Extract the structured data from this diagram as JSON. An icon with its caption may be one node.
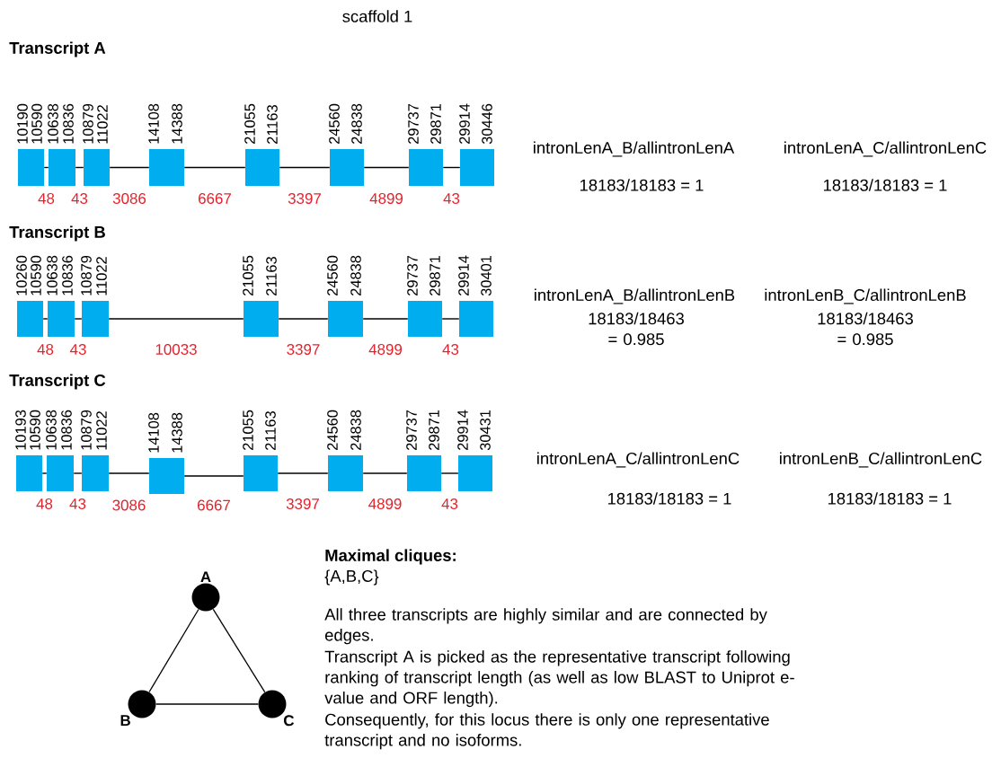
{
  "diagram": {
    "nodes": [
      {
        "text": [],
        "shape": "box",
        "beside": [
          "10190",
          "10590"
        ]
      },
      {
        "text": [],
        "shape": "box",
        "beside": [
          "10638",
          "10836"
        ]
      },
      {
        "text": [],
        "shape": "box",
        "beside": [
          "10879",
          "11022"
        ]
      },
      {
        "text": [],
        "shape": "box",
        "beside": [
          "14108",
          "14388"
        ]
      },
      {
        "text": [],
        "shape": "box",
        "beside": [
          "21055",
          "21163"
        ]
      },
      {
        "text": [],
        "shape": "box",
        "beside": [
          "24560",
          "24838"
        ]
      },
      {
        "text": [],
        "shape": "box",
        "beside": [
          "29737",
          "29871"
        ]
      },
      {
        "text": [],
        "shape": "box",
        "beside": [
          "29914",
          "30446"
        ]
      },
      {
        "text": [],
        "shape": "box",
        "beside": [
          "10260",
          "10590"
        ]
      },
      {
        "text": [],
        "shape": "box",
        "beside": [
          "10638",
          "10836"
        ]
      },
      {
        "text": [],
        "shape": "box",
        "beside": [
          "10879",
          "11022"
        ]
      },
      {
        "text": [],
        "shape": "box",
        "beside": [
          "21055",
          "21163"
        ]
      },
      {
        "text": [],
        "shape": "box",
        "beside": [
          "24560",
          "24838"
        ]
      },
      {
        "text": [],
        "shape": "box",
        "beside": [
          "29737",
          "29871"
        ]
      },
      {
        "text": [],
        "shape": "box",
        "beside": [
          "29914",
          "30401"
        ]
      },
      {
        "text": [],
        "shape": "box",
        "beside": [
          "10193",
          "10590"
        ]
      },
      {
        "text": [],
        "shape": "box",
        "beside": [
          "10638",
          "10836"
        ]
      },
      {
        "text": [],
        "shape": "box",
        "beside": [
          "10879",
          "11022"
        ]
      },
      {
        "text": [],
        "shape": "box",
        "beside": [
          "14108",
          "14388"
        ]
      },
      {
        "text": [],
        "shape": "box",
        "beside": [
          "21055",
          "21163"
        ]
      },
      {
        "text": [],
        "shape": "box",
        "beside": [
          "24560",
          "24838"
        ]
      },
      {
        "text": [],
        "shape": "box",
        "beside": [
          "29737",
          "29871"
        ]
      },
      {
        "text": [],
        "shape": "box",
        "beside": [
          "29914",
          "30431"
        ]
      },
      {
        "text": [
          "A"
        ]
      },
      {
        "text": [
          "B"
        ]
      },
      {
        "text": [
          "C"
        ]
      }
    ],
    "edges": [
      {
        "from": 0,
        "to": 1,
        "arrow": "none",
        "label": "48"
      },
      {
        "from": 1,
        "to": 2,
        "arrow": "none",
        "label": "43"
      },
      {
        "from": 2,
        "to": 3,
        "arrow": "none",
        "label": "3086"
      },
      {
        "from": 3,
        "to": 4,
        "arrow": "none",
        "label": "6667"
      },
      {
        "from": 4,
        "to": 5,
        "arrow": "none",
        "label": "3397"
      },
      {
        "from": 5,
        "to": 6,
        "arrow": "none",
        "label": "4899"
      },
      {
        "from": 6,
        "to": 7,
        "arrow": "none",
        "label": "43"
      },
      {
        "from": 8,
        "to": 9,
        "arrow": "none",
        "label": "48"
      },
      {
        "from": 9,
        "to": 10,
        "arrow": "none",
        "label": "43"
      },
      {
        "from": 10,
        "to": 11,
        "arrow": "none",
        "label": "10033"
      },
      {
        "from": 11,
        "to": 12,
        "arrow": "none",
        "label": "3397"
      },
      {
        "from": 12,
        "to": 13,
        "arrow": "none",
        "label": "4899"
      },
      {
        "from": 13,
        "to": 14,
        "arrow": "none",
        "label": "43"
      },
      {
        "from": 15,
        "to": 16,
        "arrow": "none",
        "label": "48"
      },
      {
        "from": 16,
        "to": 17,
        "arrow": "none",
        "label": "43"
      },
      {
        "from": 17,
        "to": 18,
        "arrow": "none",
        "label": "3086"
      },
      {
        "from": 18,
        "to": 19,
        "arrow": "none",
        "label": "6667"
      },
      {
        "from": 19,
        "to": 20,
        "arrow": "none",
        "label": "3397"
      },
      {
        "from": 20,
        "to": 21,
        "arrow": "none",
        "label": "4899"
      },
      {
        "from": 21,
        "to": 22,
        "arrow": "none",
        "label": "43"
      },
      {
        "from": 23,
        "to": 24,
        "arrow": "none"
      },
      {
        "from": 23,
        "to": 25,
        "arrow": "none"
      },
      {
        "from": 24,
        "to": 25,
        "arrow": "none"
      }
    ],
    "labels": [
      "scaffold 1",
      "Transcript A",
      "intronLenA_B/allintronLenA",
      "intronLenA_C/allintronLenC",
      "18183/18183 = 1",
      "18183/18183 = 1",
      "Transcript B",
      "intronLenA_B/allintronLenB",
      "intronLenB_C/allintronLenB",
      "18183/18463 = 0.985",
      "18183/18463 = 0.985",
      "Transcript C",
      "intronLenA_C/allintronLenC",
      "intronLenB_C/allintronLenC",
      "18183/18183 = 1",
      "18183/18183 = 1",
      "Maximal cliques:",
      "{A,B,C}",
      "All three transcripts are highly similar and are connected by edges.",
      "Transcript A is picked as the representative transcript following ranking of transcript length (as well as low BLAST to Uniprot e-value and ORF length).",
      "Consequently, for this locus there is only one representative transcript and no isoforms."
    ]
  }
}
